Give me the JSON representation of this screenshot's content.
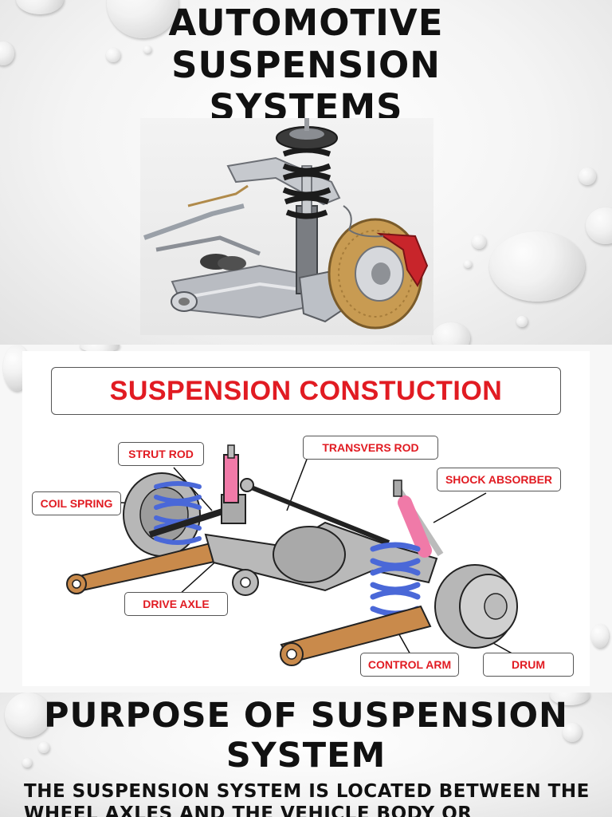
{
  "slide1": {
    "title_line1": "AUTOMOTIVE",
    "title_line2": "SUSPENSION",
    "title_line3": "SYSTEMS"
  },
  "slide2": {
    "heading": "SUSPENSION CONSTUCTION",
    "labels": {
      "strut_rod": "STRUT ROD",
      "transvers_rod": "TRANSVERS ROD",
      "shock_absorber": "SHOCK ABSORBER",
      "coil_spring": "COIL SPRING",
      "drive_axle": "DRIVE AXLE",
      "control_arm": "CONTROL ARM",
      "drum": "DRUM"
    },
    "label_color": "#e11b22",
    "spring_color": "#4a68d8",
    "arm_color": "#c98a4b",
    "shock_color": "#f07aa8"
  },
  "slide3": {
    "title_line1": "PURPOSE OF SUSPENSION",
    "title_line2": "SYSTEM",
    "body": "THE SUSPENSION SYSTEM IS LOCATED BETWEEN THE WHEEL AXLES AND THE VEHICLE BODY OR"
  }
}
